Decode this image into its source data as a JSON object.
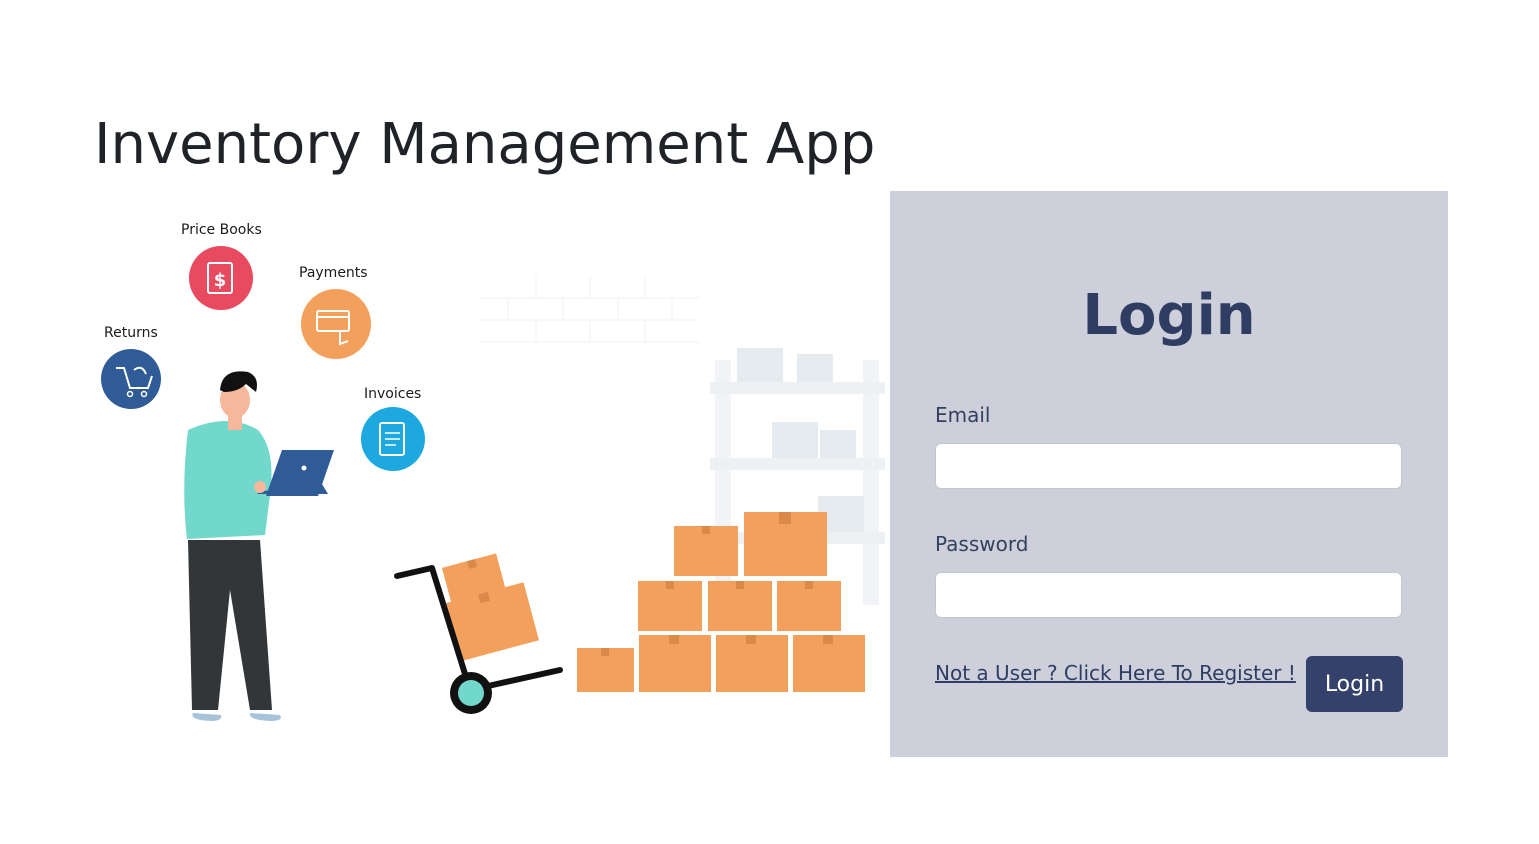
{
  "app": {
    "title": "Inventory Management App"
  },
  "illustration": {
    "labels": {
      "price_books": "Price Books",
      "payments": "Payments",
      "returns": "Returns",
      "invoices": "Invoices"
    },
    "icons": {
      "price_books": "price-book-icon",
      "payments": "card-payment-icon",
      "returns": "return-cart-icon",
      "invoices": "invoice-icon"
    },
    "colors": {
      "price_books": "#e84a5f",
      "payments": "#f2a05c",
      "returns": "#2f5c96",
      "invoices": "#1da8df",
      "box": "#f2a05c",
      "shirt": "#72d8cc"
    }
  },
  "login": {
    "heading": "Login",
    "email_label": "Email",
    "email_value": "",
    "password_label": "Password",
    "password_value": "",
    "register_link": "Not a User ? Click Here To Register !",
    "submit_label": "Login"
  },
  "colors": {
    "panel_bg": "#cdd0db",
    "primary": "#34416a",
    "heading": "#2f3d63"
  }
}
